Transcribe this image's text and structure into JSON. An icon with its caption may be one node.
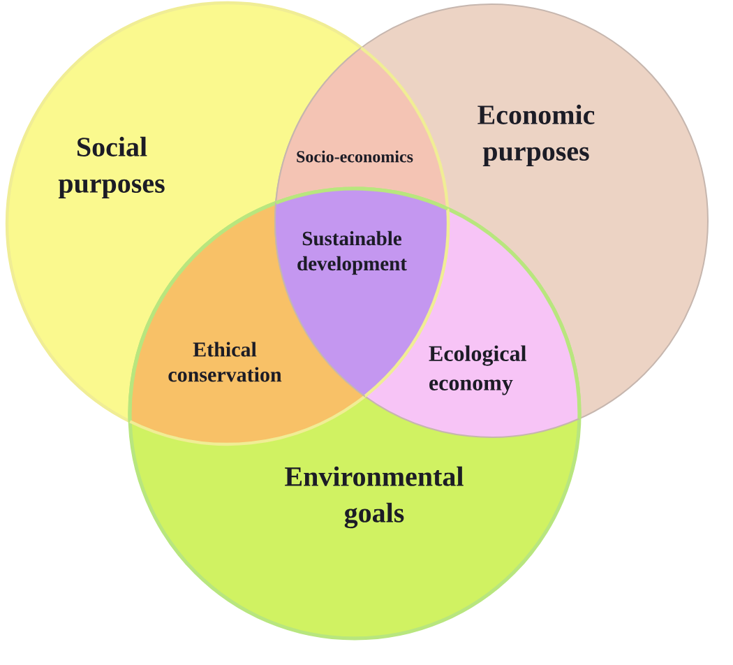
{
  "diagram": {
    "nodes": [
      {
        "text": [
          "Social purposes"
        ]
      },
      {
        "text": [
          "Economic purposes"
        ]
      },
      {
        "text": [
          "Socio-economics"
        ]
      },
      {
        "text": [
          "Sustainable development"
        ]
      },
      {
        "text": [
          "Ethical conservation"
        ]
      },
      {
        "text": [
          "Ecological economy"
        ]
      },
      {
        "text": [
          "Environmental goals"
        ]
      }
    ]
  }
}
